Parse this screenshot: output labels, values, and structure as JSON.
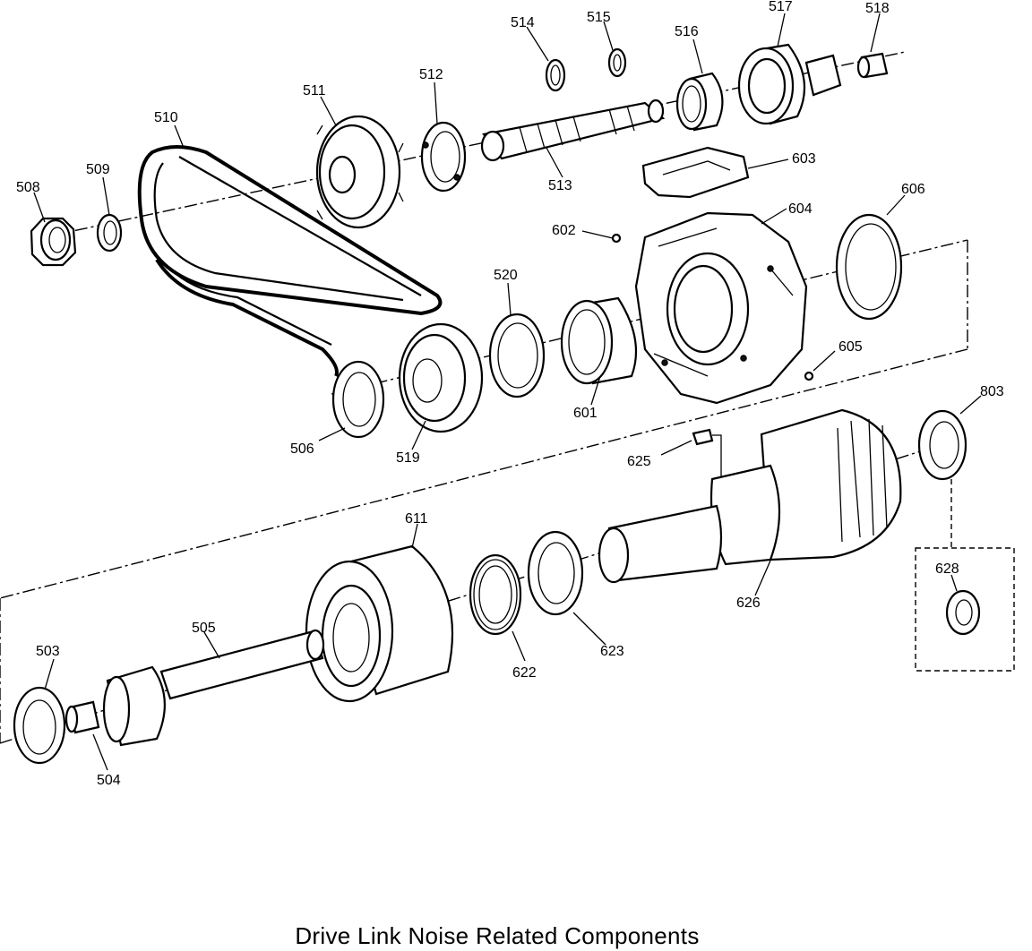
{
  "caption": "Drive Link Noise Related Components",
  "labels": {
    "p503": "503",
    "p504": "504",
    "p505": "505",
    "p506": "506",
    "p508": "508",
    "p509": "509",
    "p510": "510",
    "p511": "511",
    "p512": "512",
    "p513": "513",
    "p514": "514",
    "p515": "515",
    "p516": "516",
    "p517": "517",
    "p518": "518",
    "p519": "519",
    "p520": "520",
    "p601": "601",
    "p602": "602",
    "p603": "603",
    "p604": "604",
    "p605": "605",
    "p606": "606",
    "p611": "611",
    "p622": "622",
    "p623": "623",
    "p625": "625",
    "p626": "626",
    "p628": "628",
    "p803": "803"
  }
}
